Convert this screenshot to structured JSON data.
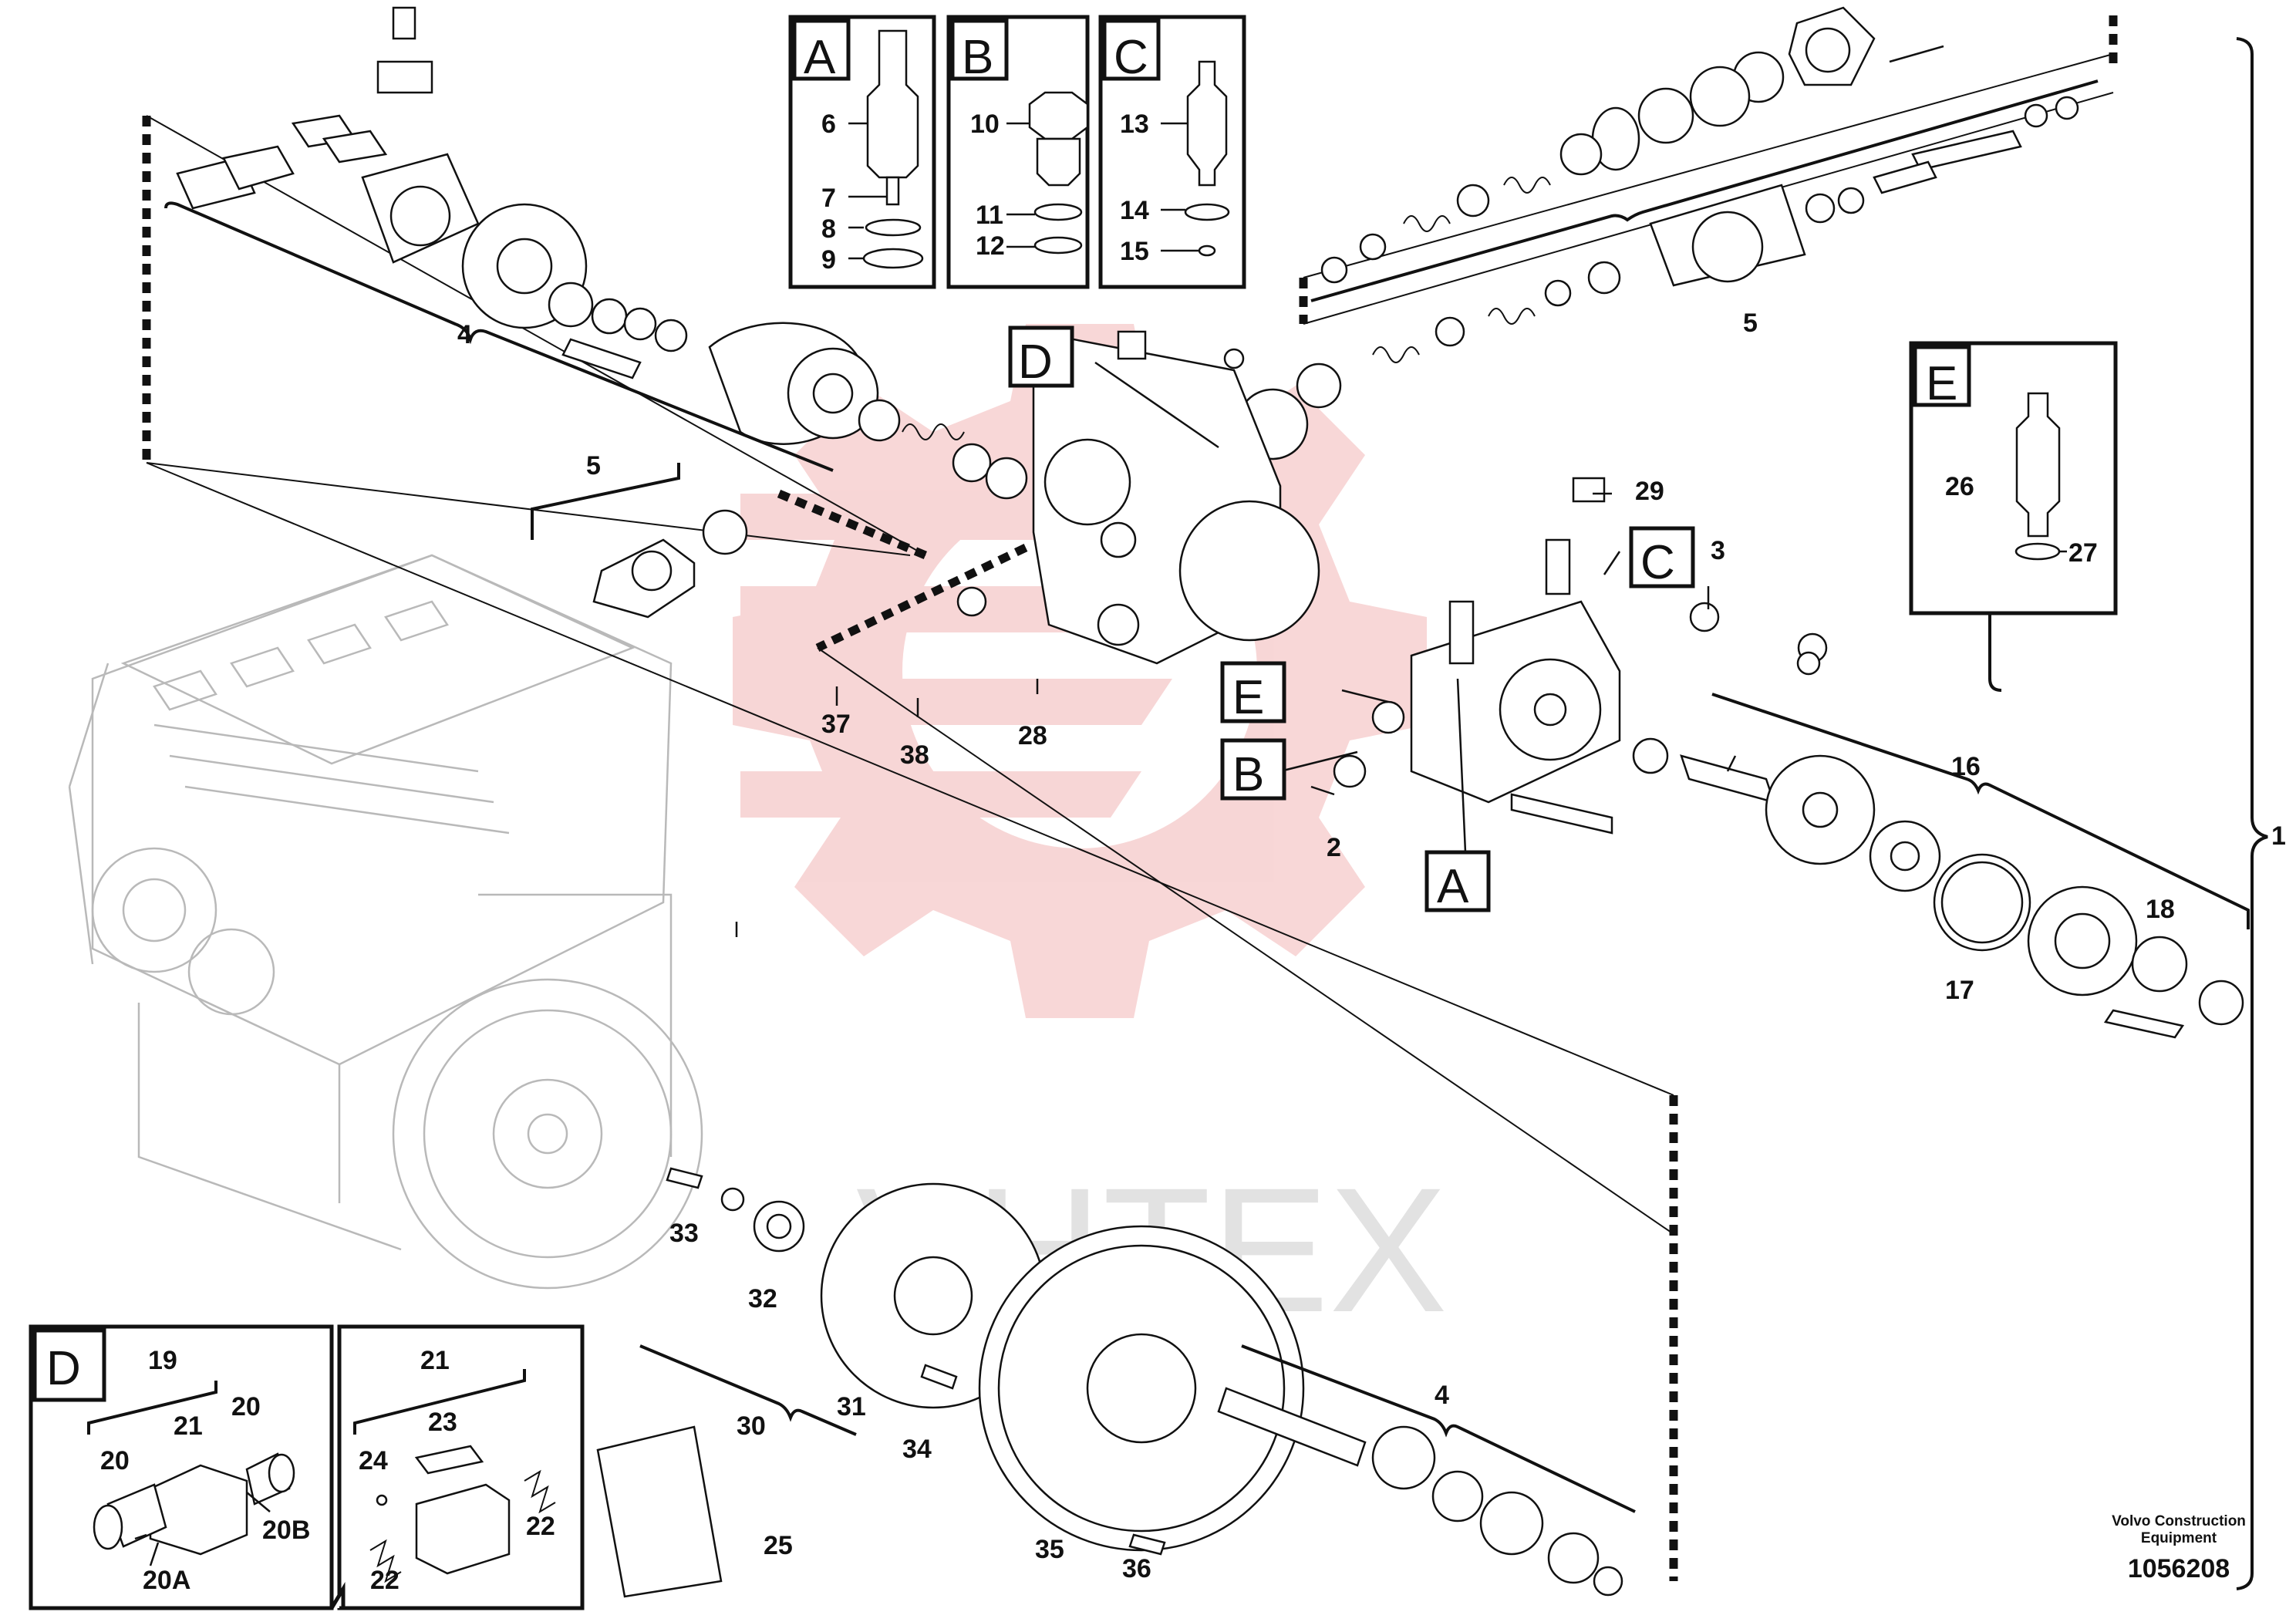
{
  "diagram": {
    "type": "exploded parts diagram",
    "brand_caption": [
      "Volvo Construction",
      "Equipment"
    ],
    "drawing_number": "1056208",
    "watermark": "VHTEX",
    "callout_boxes": [
      {
        "letter": "A",
        "items": [
          "6",
          "7",
          "8",
          "9"
        ]
      },
      {
        "letter": "B",
        "items": [
          "10",
          "11",
          "12"
        ]
      },
      {
        "letter": "C",
        "items": [
          "13",
          "14",
          "15"
        ]
      },
      {
        "letter": "E",
        "items": [
          "26",
          "27"
        ]
      },
      {
        "letter": "D",
        "items": [
          "19",
          "20",
          "21",
          "20",
          "20B",
          "20A",
          "21",
          "23",
          "24",
          "22",
          "22"
        ]
      }
    ],
    "main_view_letters": [
      "D",
      "C",
      "E",
      "B",
      "A"
    ],
    "part_numbers": [
      "1",
      "2",
      "3",
      "4",
      "4",
      "5",
      "5",
      "16",
      "17",
      "18",
      "25",
      "28",
      "29",
      "30",
      "31",
      "32",
      "33",
      "34",
      "35",
      "36",
      "37",
      "38"
    ],
    "colors": {
      "lines": "#111111",
      "engine": "#b9b9b9",
      "watermark_logo": "#f4c4c4",
      "watermark_text": "#e2e2e2"
    }
  }
}
